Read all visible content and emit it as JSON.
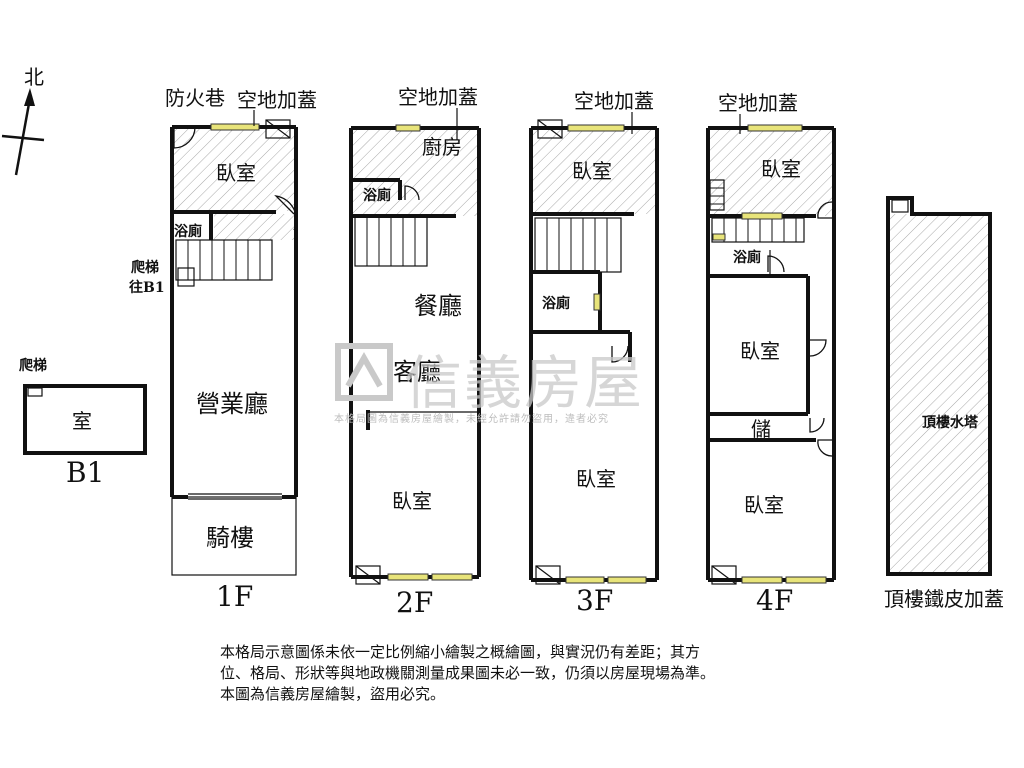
{
  "compass": {
    "label": "北"
  },
  "floors": {
    "b1": {
      "name": "B1",
      "room": "室",
      "stair_label": "爬梯"
    },
    "f1": {
      "name": "1F",
      "labels": {
        "fire_lane": "防火巷",
        "extension": "空地加蓋",
        "bedroom": "臥室",
        "bath": "浴廁",
        "ladder": "爬梯",
        "to_b1": "往B1",
        "business_hall": "營業廳",
        "arcade": "騎樓"
      }
    },
    "f2": {
      "name": "2F",
      "labels": {
        "extension": "空地加蓋",
        "kitchen": "廚房",
        "bath": "浴廁",
        "dining": "餐廳",
        "living": "客廳",
        "bedroom": "臥室"
      }
    },
    "f3": {
      "name": "3F",
      "labels": {
        "extension": "空地加蓋",
        "bedroom_top": "臥室",
        "bath": "浴廁",
        "bedroom_bottom": "臥室"
      }
    },
    "f4": {
      "name": "4F",
      "labels": {
        "extension": "空地加蓋",
        "bedroom_top": "臥室",
        "bath": "浴廁",
        "bedroom_mid": "臥室",
        "storage": "儲",
        "bedroom_bottom": "臥室"
      }
    },
    "roof": {
      "name": "頂樓鐵皮加蓋",
      "room": "頂樓水塔"
    }
  },
  "watermark": {
    "name": "信義房屋",
    "line": "本格局圖為信義房屋繪製，未經允許請勿盜用，違者必究"
  },
  "notes": [
    "本格局示意圖係未依一定比例縮小繪製之概繪圖，與實況仍有差距；其方",
    "位、格局、形狀等與地政機關測量成果圖未必一致，仍須以房屋現場為準。",
    "本圖為信義房屋繪製，盜用必究。"
  ],
  "colors": {
    "wall": "#111111",
    "window": "#e8e47a",
    "hatch": "#a8a8a8",
    "watermark": "#c9c9c9"
  }
}
